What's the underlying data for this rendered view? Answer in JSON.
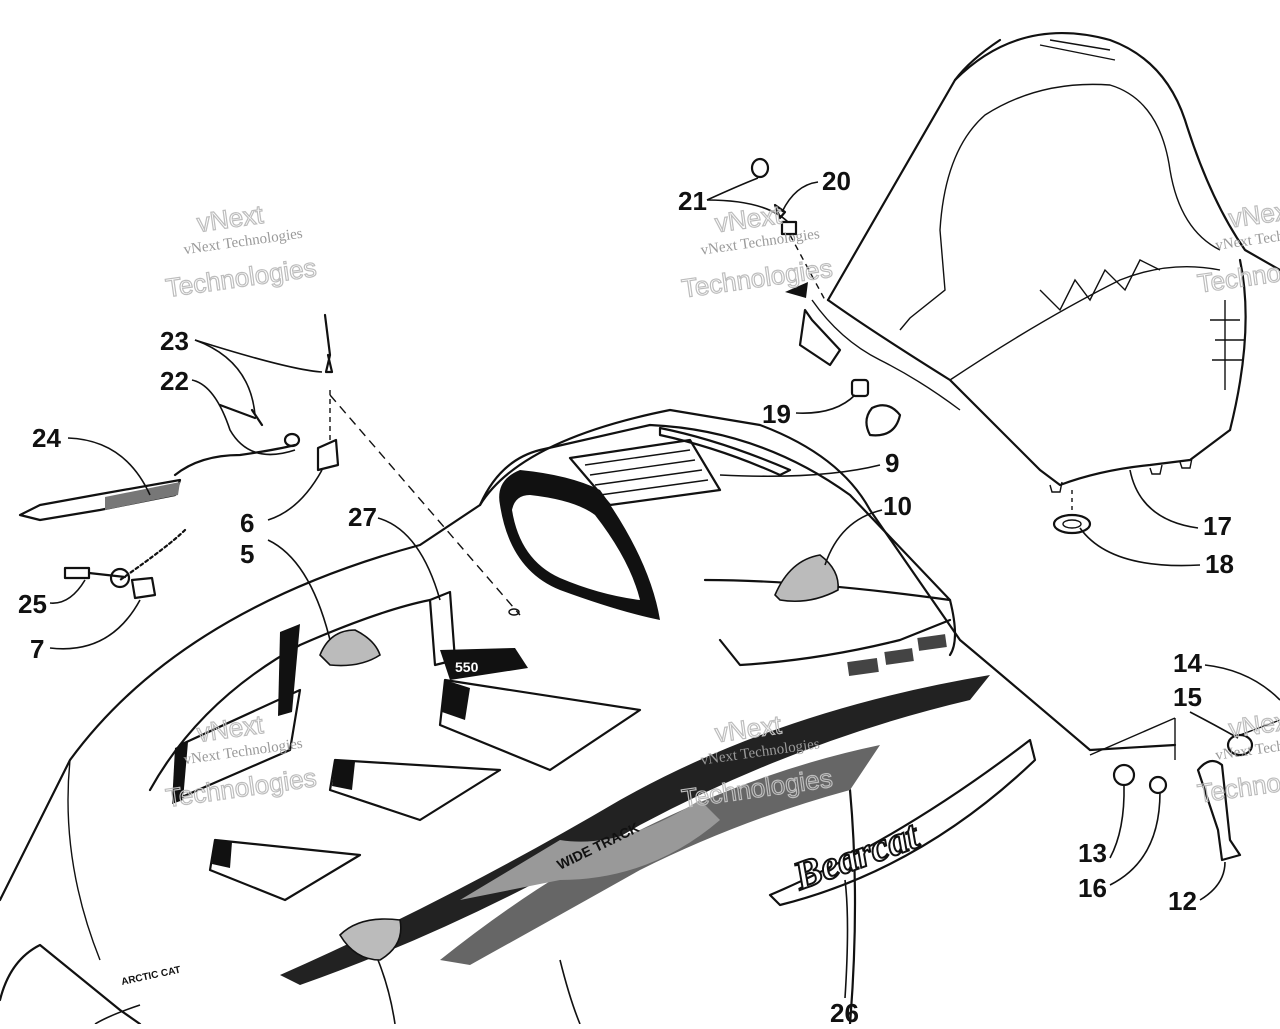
{
  "callouts": [
    {
      "num": "5"
    },
    {
      "num": "6"
    },
    {
      "num": "7"
    },
    {
      "num": "9"
    },
    {
      "num": "10"
    },
    {
      "num": "12"
    },
    {
      "num": "13"
    },
    {
      "num": "14"
    },
    {
      "num": "15"
    },
    {
      "num": "16"
    },
    {
      "num": "17"
    },
    {
      "num": "18"
    },
    {
      "num": "19"
    },
    {
      "num": "20"
    },
    {
      "num": "21"
    },
    {
      "num": "22"
    },
    {
      "num": "23"
    },
    {
      "num": "24"
    },
    {
      "num": "25"
    },
    {
      "num": "26"
    },
    {
      "num": "27"
    }
  ],
  "watermark": {
    "line1": "vNext",
    "line2": "vNext Technologies",
    "line3": "Technologies"
  },
  "decals": {
    "brand": "Bearcat",
    "model": "550",
    "side_stripe": "WIDE TRACK",
    "nose": "ARCTIC CAT"
  }
}
